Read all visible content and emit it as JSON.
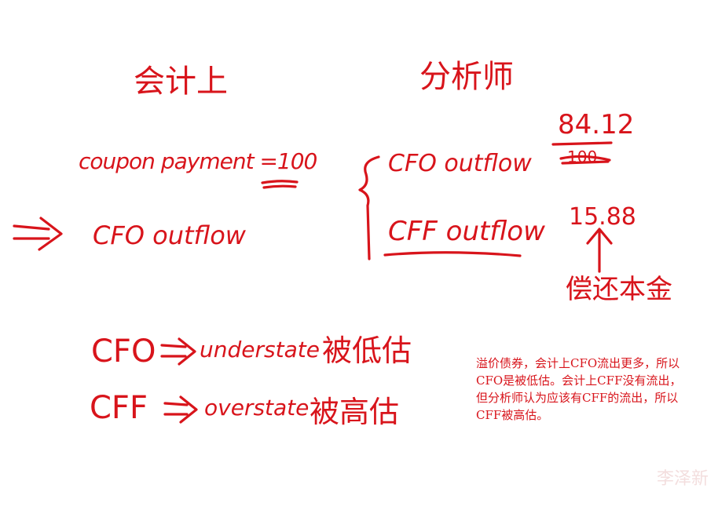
{
  "left": {
    "heading": "会计上",
    "coupon": "coupon payment =100",
    "arrow_text": "CFO outflow"
  },
  "right": {
    "heading": "分析师",
    "cfo": "CFO outflow",
    "cff": "CFF outflow",
    "cfo_value": "84.12",
    "cfo_struck": "100",
    "cff_value": "15.88",
    "cff_note": "偿还本金"
  },
  "bottom": {
    "cfo_line_term": "CFO",
    "cfo_line_effect": "understate",
    "cfo_line_cn": "被低估",
    "cff_line_term": "CFF",
    "cff_line_effect": "overstate",
    "cff_line_cn": "被高估"
  },
  "note": "溢价债券，会计上CFO流出更多，所以CFO是被低估。会计上CFF没有流出，但分析师认为应该有CFF的流出，所以CFF被高估。",
  "watermark": "李泽新",
  "colors": {
    "ink": "#d8141b",
    "background": "#ffffff"
  }
}
